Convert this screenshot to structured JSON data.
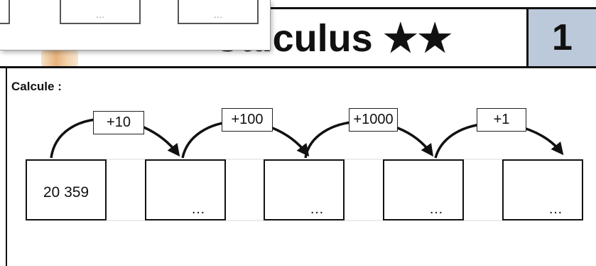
{
  "header": {
    "title": "Calculus ★★",
    "number": "1"
  },
  "instruction": "Calcule :",
  "start_value": "20 359",
  "operations": [
    "+10",
    "+100",
    "+1000",
    "+1"
  ],
  "placeholder": "…",
  "popup": {
    "placeholders": [
      "…",
      "…"
    ]
  },
  "colors": {
    "number_cell": "#bcc9db",
    "ink": "#111111"
  }
}
